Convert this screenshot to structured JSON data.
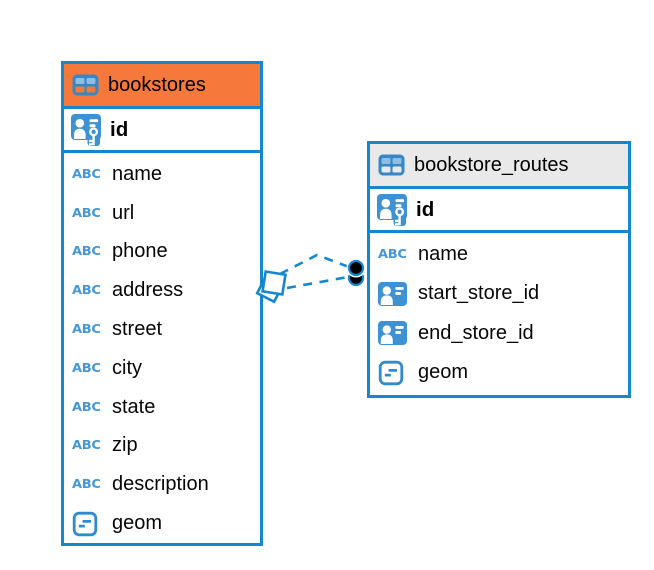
{
  "colors": {
    "accent_blue": "#1487D1",
    "icon_blue": "#3E92D4",
    "abc_icon_blue": "#4697D8",
    "bookstores_header_bg": "#F6793B",
    "routes_header_bg": "#E9E9E9",
    "relationship_dot": "#000000",
    "background": "#FFFFFF"
  },
  "icons": {
    "abc_label": "ABC",
    "names": [
      "table-icon",
      "primary-key-icon",
      "text-type-icon",
      "reference-type-icon",
      "geometry-type-icon",
      "relationship-diamond-marker",
      "relationship-dot-marker"
    ]
  },
  "entities": {
    "bookstores": {
      "title": "bookstores",
      "primary_key": "id",
      "columns": [
        "name",
        "url",
        "phone",
        "address",
        "street",
        "city",
        "state",
        "zip",
        "description",
        "geom"
      ]
    },
    "routes": {
      "title": "bookstore_routes",
      "primary_key": "id",
      "columns": [
        "name",
        "start_store_id",
        "end_store_id",
        "geom"
      ]
    }
  },
  "relationship": {
    "from": "bookstores",
    "to": "bookstore_routes",
    "style": "dashed",
    "line_count": 2,
    "source_marker": "double-diamond",
    "target_marker": "double-dot"
  }
}
